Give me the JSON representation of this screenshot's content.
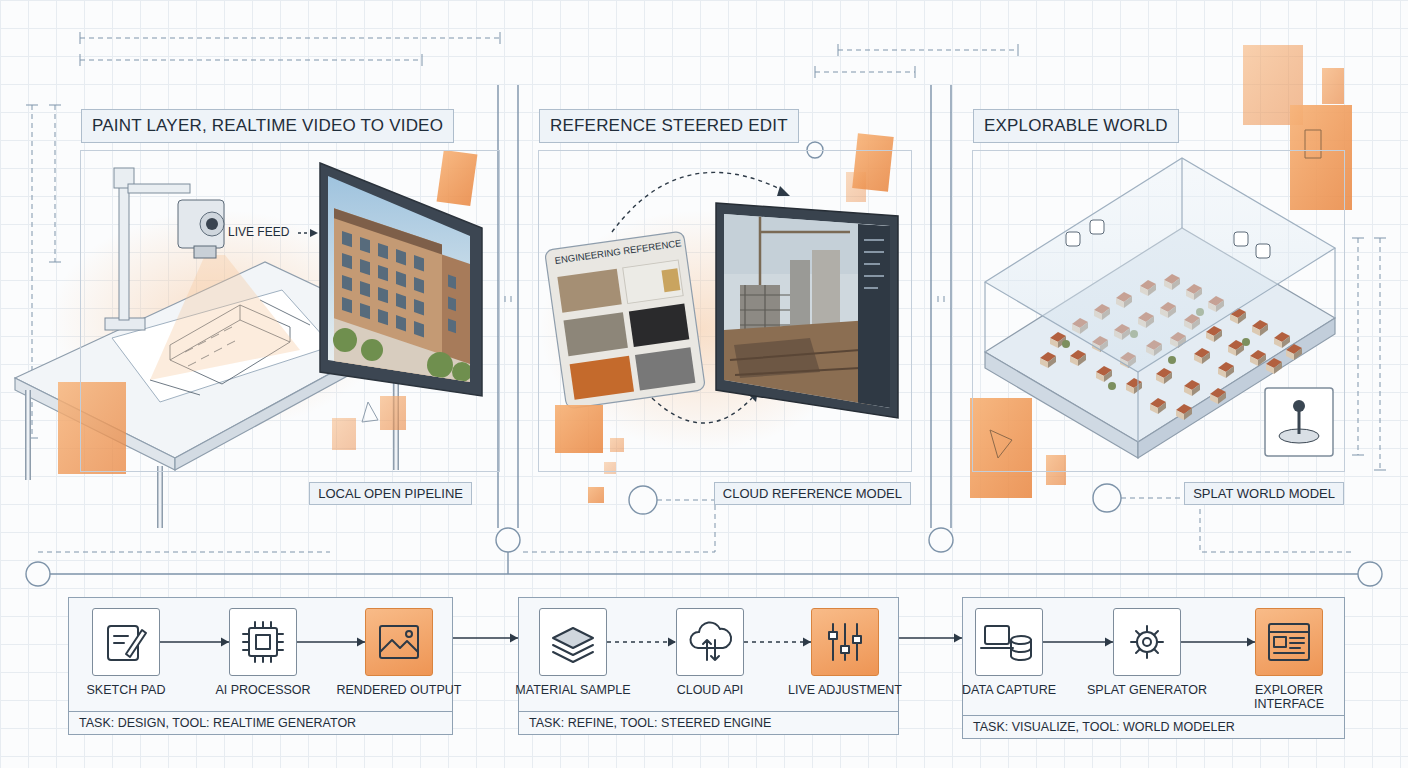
{
  "diagram": {
    "nodes": [
      {
        "text": [
          "PAINT LAYER, REALTIME VIDEO TO VIDEO",
          "LOCAL OPEN PIPELINE"
        ]
      },
      {
        "text": [
          "REFERENCE STEERED EDIT",
          "CLOUD REFERENCE MODEL"
        ]
      },
      {
        "text": [
          "EXPLORABLE WORLD",
          "SPLAT WORLD MODEL"
        ]
      },
      {
        "text": [
          "TASK: DESIGN, TOOL: REALTIME GENERATOR"
        ]
      },
      {
        "text": [
          "SKETCH PAD"
        ],
        "in": 3
      },
      {
        "text": [
          "AI PROCESSOR"
        ],
        "in": 3
      },
      {
        "text": [
          "RENDERED OUTPUT"
        ],
        "in": 3
      },
      {
        "text": [
          "TASK: REFINE, TOOL: STEERED ENGINE"
        ]
      },
      {
        "text": [
          "MATERIAL SAMPLE"
        ],
        "in": 7
      },
      {
        "text": [
          "CLOUD API"
        ],
        "in": 7
      },
      {
        "text": [
          "LIVE ADJUSTMENT"
        ],
        "in": 7
      },
      {
        "text": [
          "TASK: VISUALIZE, TOOL: WORLD MODELER"
        ]
      },
      {
        "text": [
          "DATA CAPTURE"
        ],
        "in": 11
      },
      {
        "text": [
          "SPLAT GENERATOR"
        ],
        "in": 11
      },
      {
        "text": [
          "EXPLORER INTERFACE"
        ],
        "in": 11
      }
    ],
    "edges": [
      {
        "from": 4,
        "to": 5,
        "arrow": "to"
      },
      {
        "from": 5,
        "to": 6,
        "arrow": "to"
      },
      {
        "from": 3,
        "to": 7,
        "arrow": "to"
      },
      {
        "from": 8,
        "to": 9,
        "arrow": "to"
      },
      {
        "from": 9,
        "to": 10,
        "arrow": "to"
      },
      {
        "from": 7,
        "to": 11,
        "arrow": "to"
      },
      {
        "from": 12,
        "to": 13,
        "arrow": "to"
      },
      {
        "from": 13,
        "to": 14,
        "arrow": "to"
      }
    ],
    "labels": [
      "LIVE FEED",
      "ENGINEERING REFERENCE"
    ]
  }
}
